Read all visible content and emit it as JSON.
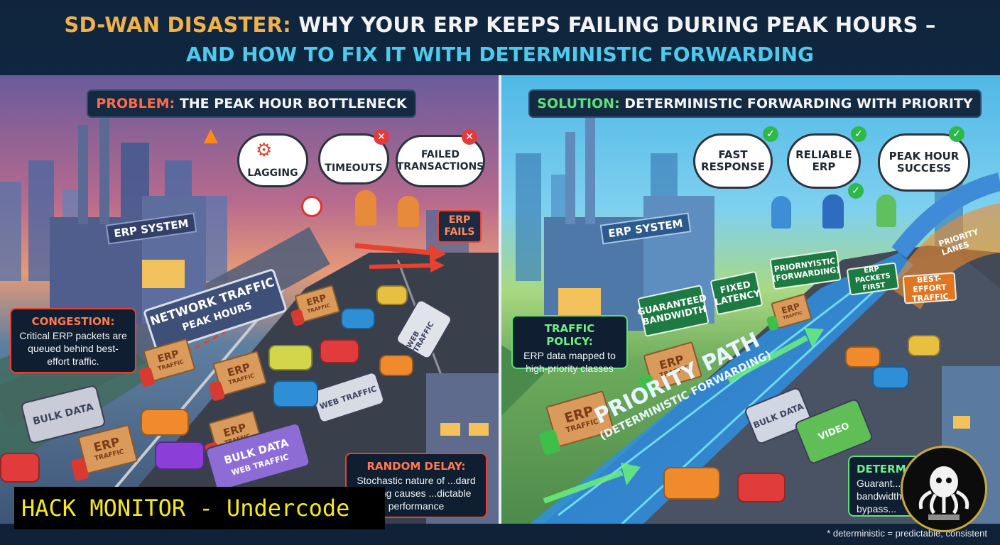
{
  "header": {
    "title_accent": "SD-WAN DISASTER:",
    "title_rest": "WHY YOUR ERP KEEPS FAILING DURING PEAK HOURS –",
    "subtitle": "AND HOW TO FIX IT WITH DETERMINISTIC FORWARDING"
  },
  "problem": {
    "tag": "PROBLEM:",
    "heading": "THE PEAK HOUR BOTTLENECK",
    "bubbles": [
      "LAGGING",
      "TIMEOUTS",
      "FAILED TRANSACTIONS"
    ],
    "building_sign": "ERP SYSTEM",
    "erp_fails": "ERP FAILS",
    "banner_traffic": "NETWORK TRAFFIC",
    "banner_peak": "PEAK HOURS",
    "congestion_title": "CONGESTION:",
    "congestion_text": "Critical ERP packets are queued behind best-effort traffic.",
    "random_title": "RANDOM DELAY:",
    "random_text": "Stochastic nature of ...dard routing causes ...dictable performance",
    "truck_label_top": "ERP",
    "truck_label_bottom": "TRAFFIC",
    "bulk_data": "BULK DATA",
    "web_traffic": "WEB TRAFFIC"
  },
  "solution": {
    "tag": "SOLUTION:",
    "heading": "DETERMINISTIC FORWARDING WITH PRIORITY",
    "bubbles": [
      "FAST RESPONSE",
      "RELIABLE ERP",
      "PEAK HOUR SUCCESS"
    ],
    "building_sign": "ERP SYSTEM",
    "signs": [
      "GUARANTEED BANDWIDTH",
      "FIXED LATENCY",
      "PRIORNYISTIC (FORWARDING)",
      "ERP PACKETS FIRST",
      "BEST-EFFORT TRAFFIC"
    ],
    "priority_lanes": "PRIORITY LANES",
    "policy_title": "TRAFFIC POLICY:",
    "policy_text": "ERP data mapped to high-priority classes",
    "path_main": "PRIORITY PATH",
    "path_sub": "(DETERMINISTIC FORWARDING)",
    "determ_title": "DETERM...",
    "determ_text": "Guarant... bandwidth... bypass...",
    "bulk_data": "BULK DATA",
    "video": "VIDEO",
    "truck_label_top": "ERP",
    "truck_label_bottom": "TRAFFIC"
  },
  "watermark": "HACK MONITOR - Undercode",
  "footnote": "* deterministic = predictable, consistent",
  "colors": {
    "title_accent": "#f0b14a",
    "subtitle": "#4fc9ec",
    "problem_tag": "#ff6a4a",
    "solution_tag": "#5fe07a",
    "sign_green": "#1d7a43",
    "watermark_text": "#f5e81f"
  },
  "icons": {
    "fire": "fire-icon",
    "clock": "alarm-clock-icon",
    "gears": "gears-icon",
    "error_badge": "x-circle-icon",
    "ok_badge": "check-circle-icon",
    "logo": "octopus-logo"
  }
}
